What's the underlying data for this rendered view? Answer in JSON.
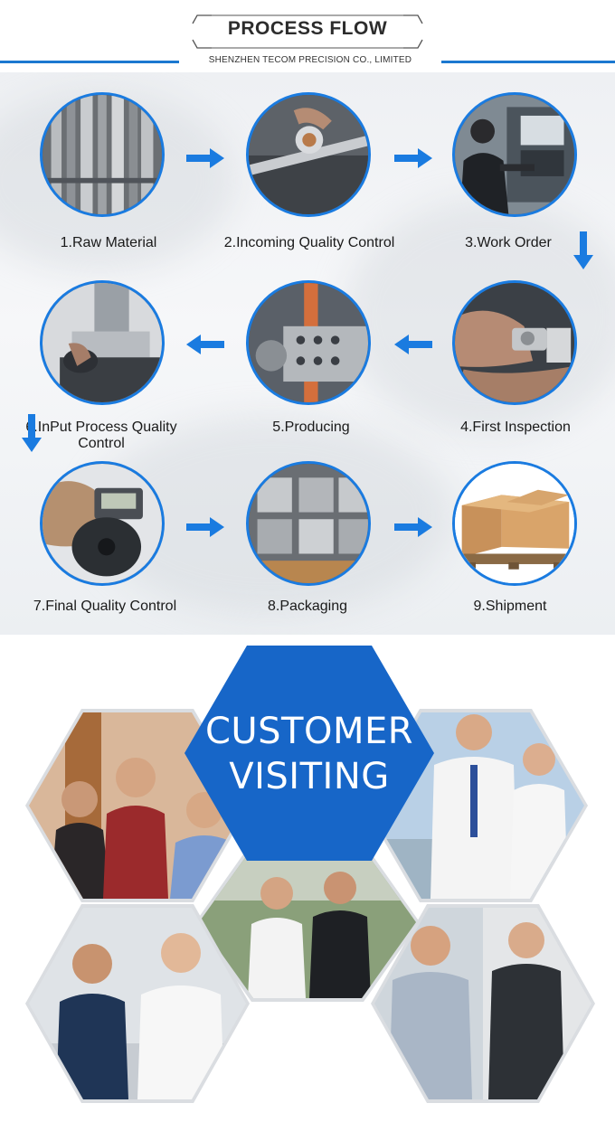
{
  "header": {
    "title": "PROCESS FLOW",
    "subtitle": "SHENZHEN TECOM PRECISION CO., LIMITED",
    "accent_color": "#1b78d0"
  },
  "process": {
    "steps": [
      {
        "label": "1.Raw Material",
        "icon": "raw-material-photo"
      },
      {
        "label": "2.Incoming Quality Control",
        "icon": "incoming-qc-photo"
      },
      {
        "label": "3.Work Order",
        "icon": "work-order-photo"
      },
      {
        "label": "4.First Inspection",
        "icon": "first-inspection-photo"
      },
      {
        "label": "5.Producing",
        "icon": "producing-photo"
      },
      {
        "label": "6.InPut Process Quality Control",
        "icon": "input-process-qc-photo"
      },
      {
        "label": "7.Final Quality Control",
        "icon": "final-qc-photo"
      },
      {
        "label": "8.Packaging",
        "icon": "packaging-photo"
      },
      {
        "label": "9.Shipment",
        "icon": "shipment-photo"
      }
    ],
    "arrow_color": "#1a7be0"
  },
  "visiting": {
    "title_line1": "CUSTOMER",
    "title_line2": "VISITING",
    "title_color": "#1766c8"
  }
}
